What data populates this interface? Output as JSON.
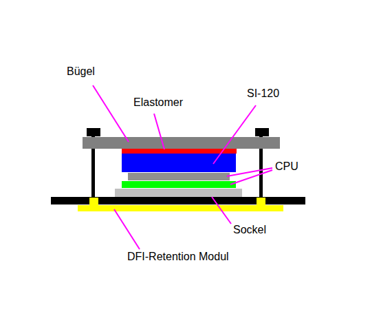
{
  "diagram": {
    "labels": [
      "Bügel",
      "Elastomer",
      "SI-120",
      "CPU",
      "Sockel",
      "DFI-Retention Modul"
    ]
  }
}
